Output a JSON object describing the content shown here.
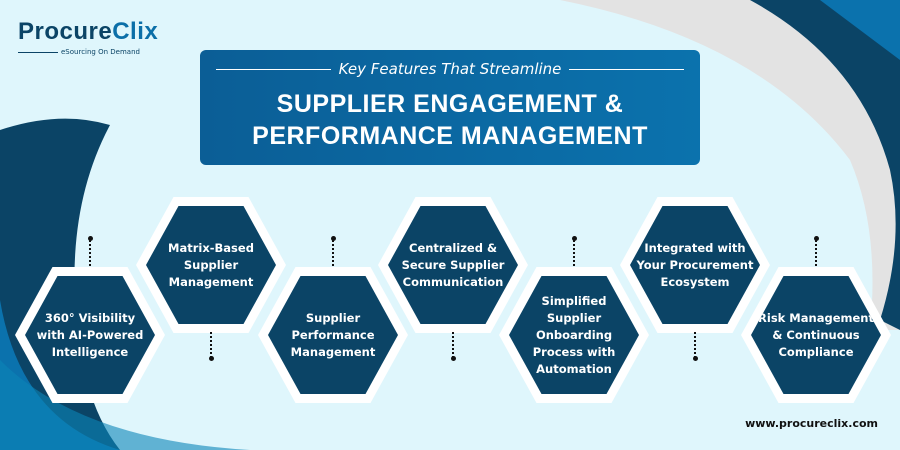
{
  "logo": {
    "brand_main": "Procure",
    "brand_accent": "Clix",
    "tagline": "eSourcing On Demand"
  },
  "header": {
    "subtitle": "Key Features That Streamline",
    "title_line1": "SUPPLIER ENGAGEMENT &",
    "title_line2": "PERFORMANCE MANAGEMENT"
  },
  "features": [
    "360° Visibility with AI-Powered Intelligence",
    "Matrix-Based Supplier Management",
    "Supplier Performance Management",
    "Centralized & Secure Supplier Communication",
    "Simplified Supplier Onboarding Process with Automation",
    "Integrated with Your Procurement Ecosystem",
    "Risk Management & Continuous Compliance"
  ],
  "footer": {
    "url": "www.procureclix.com"
  }
}
